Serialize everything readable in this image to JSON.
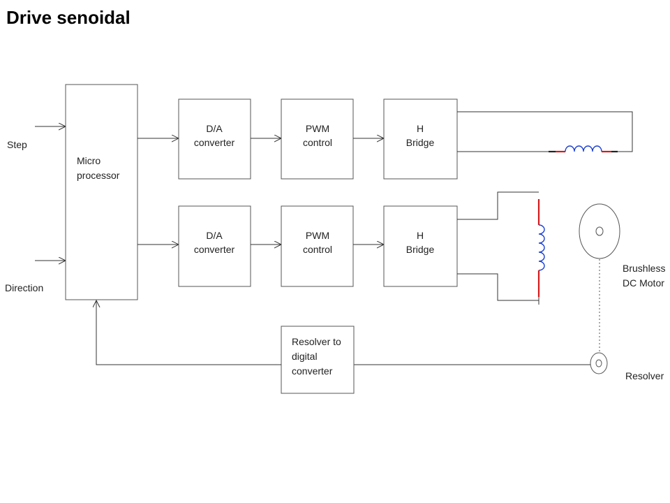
{
  "title": "Drive senoidal",
  "inputs": {
    "step": "Step",
    "direction": "Direction"
  },
  "blocks": {
    "micro": [
      "Micro",
      "processor"
    ],
    "da_top": [
      "D/A",
      "converter"
    ],
    "pwm_top": [
      "PWM",
      "control"
    ],
    "hb_top": [
      "H",
      "Bridge"
    ],
    "da_bot": [
      "D/A",
      "converter"
    ],
    "pwm_bot": [
      "PWM",
      "control"
    ],
    "hb_bot": [
      "H",
      "Bridge"
    ],
    "resolver_conv": [
      "Resolver to",
      "digital",
      "converter"
    ]
  },
  "labels": {
    "motor": [
      "Brushless",
      "DC Motor"
    ],
    "resolver": "Resolver"
  },
  "colors": {
    "coil": "#1a3fd1",
    "lead": "#d41a1a"
  }
}
